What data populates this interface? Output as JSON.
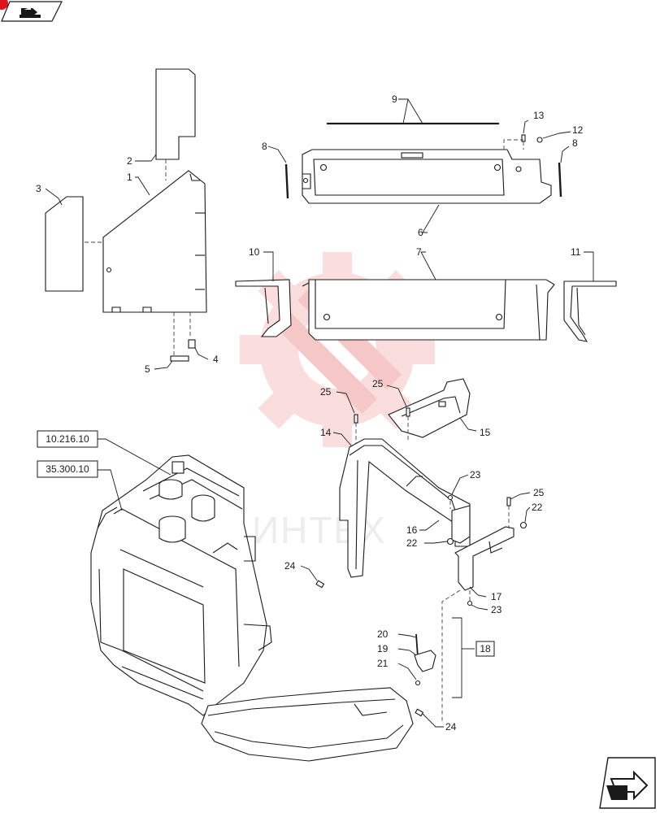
{
  "colors": {
    "line": "#1a1a1a",
    "watermark": "#f3b0b0",
    "badge": "#e0141e"
  },
  "icons": {
    "top_nav": "page-back-icon",
    "bottom_nav": "page-next-icon"
  },
  "watermark": {
    "text": "ИНТЕХ"
  },
  "references": [
    {
      "label": "10.216.10"
    },
    {
      "label": "35.300.10"
    },
    {
      "label": "18"
    }
  ],
  "callouts": [
    {
      "label": "1"
    },
    {
      "label": "2"
    },
    {
      "label": "3"
    },
    {
      "label": "4"
    },
    {
      "label": "5"
    },
    {
      "label": "6"
    },
    {
      "label": "7"
    },
    {
      "label": "8"
    },
    {
      "label": "8"
    },
    {
      "label": "9"
    },
    {
      "label": "10"
    },
    {
      "label": "11"
    },
    {
      "label": "12"
    },
    {
      "label": "13"
    },
    {
      "label": "14"
    },
    {
      "label": "15"
    },
    {
      "label": "16"
    },
    {
      "label": "17"
    },
    {
      "label": "19"
    },
    {
      "label": "20"
    },
    {
      "label": "21"
    },
    {
      "label": "22"
    },
    {
      "label": "22"
    },
    {
      "label": "23"
    },
    {
      "label": "23"
    },
    {
      "label": "24"
    },
    {
      "label": "24"
    },
    {
      "label": "25"
    },
    {
      "label": "25"
    },
    {
      "label": "25"
    }
  ]
}
